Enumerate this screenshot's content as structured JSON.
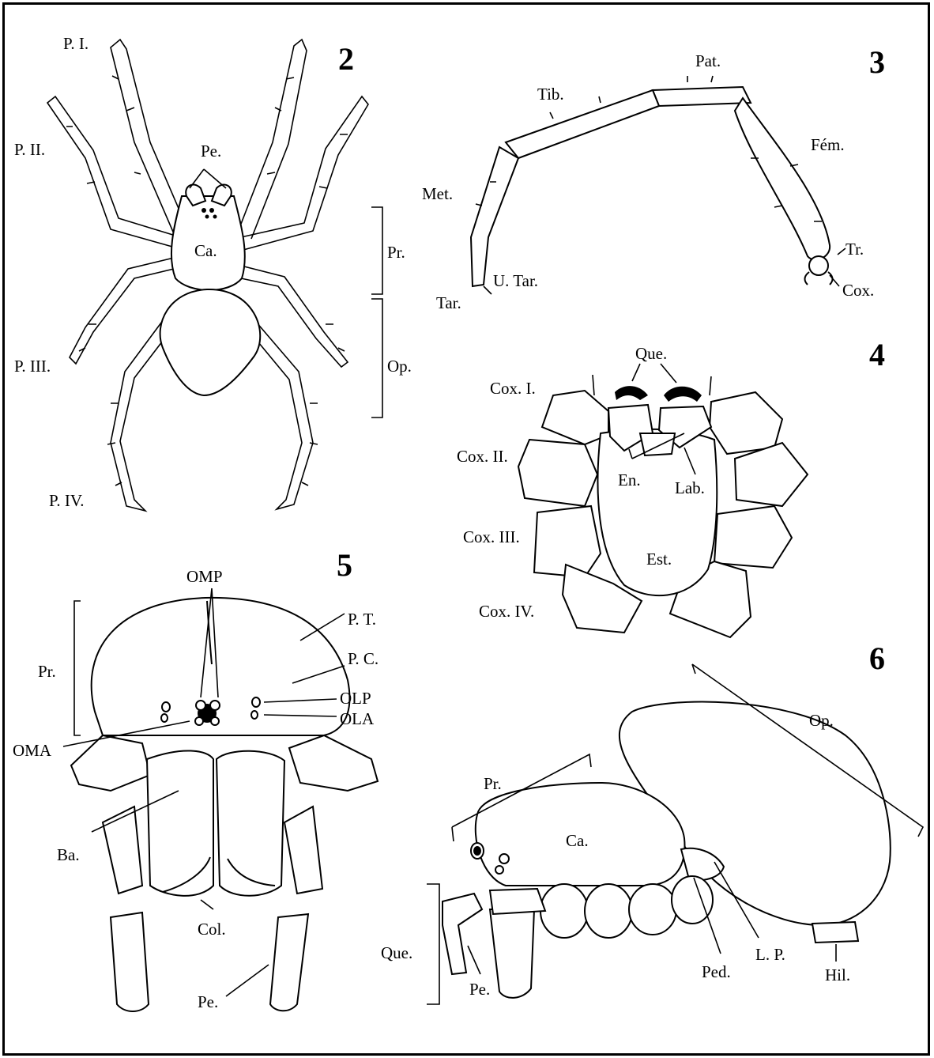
{
  "figures": {
    "f2": {
      "number": "2",
      "labels": {
        "p1": "P. I.",
        "p2": "P. II.",
        "p3": "P. III.",
        "p4": "P. IV.",
        "pe": "Pe.",
        "ca": "Ca.",
        "pr": "Pr.",
        "op": "Op."
      }
    },
    "f3": {
      "number": "3",
      "labels": {
        "pat": "Pat.",
        "tib": "Tib.",
        "fem": "Fém.",
        "met": "Met.",
        "tr": "Tr.",
        "utar": "U. Tar.",
        "tar": "Tar.",
        "cox": "Cox."
      }
    },
    "f4": {
      "number": "4",
      "labels": {
        "que": "Que.",
        "cox1": "Cox. I.",
        "cox2": "Cox. II.",
        "cox3": "Cox. III.",
        "cox4": "Cox. IV.",
        "en": "En.",
        "lab": "Lab.",
        "est": "Est."
      }
    },
    "f5": {
      "number": "5",
      "labels": {
        "omp": "OMP",
        "pt": "P. T.",
        "pr": "Pr.",
        "pc": "P. C.",
        "olp": "OLP",
        "ola": "OLA",
        "oma": "OMA",
        "ba": "Ba.",
        "col": "Col.",
        "pe": "Pe."
      }
    },
    "f6": {
      "number": "6",
      "labels": {
        "op": "Op.",
        "pr": "Pr.",
        "ca": "Ca.",
        "que": "Que.",
        "pe": "Pe.",
        "ped": "Ped.",
        "lp": "L. P.",
        "hil": "Hil."
      }
    }
  }
}
